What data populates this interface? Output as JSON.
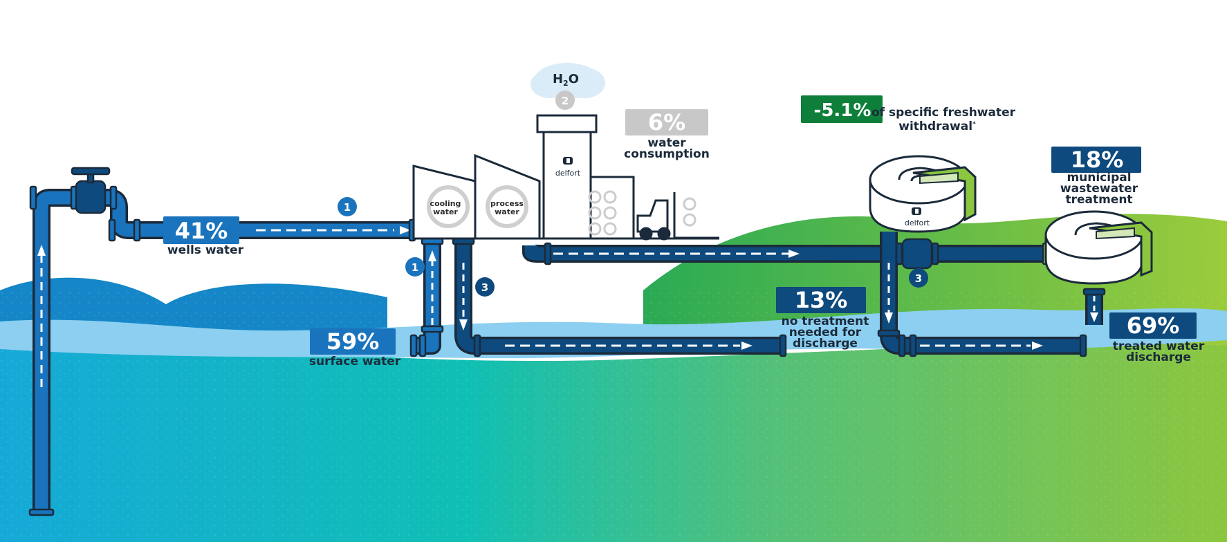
{
  "stats": {
    "wells": {
      "value": "41%",
      "label": "wells water"
    },
    "surface": {
      "value": "59%",
      "label": "surface water"
    },
    "consumption": {
      "value": "6%",
      "label_line1": "water",
      "label_line2": "consumption"
    },
    "freshwater": {
      "value": "-5.1%",
      "label_line1": "of specific freshwater",
      "label_line2": "withdrawal",
      "footnote_mark": "*"
    },
    "municipal": {
      "value": "18%",
      "label_line1": "municipal",
      "label_line2": "wastewater",
      "label_line3": "treatment"
    },
    "no_treatment": {
      "value": "13%",
      "label_line1": "no treatment",
      "label_line2": "needed for",
      "label_line3": "discharge"
    },
    "treated": {
      "value": "69%",
      "label_line1": "treated water",
      "label_line2": "discharge"
    }
  },
  "markers": {
    "well_to_mill": "1",
    "surface_to_mill": "1",
    "evaporation": "2",
    "mill_to_river": "3",
    "plant_to_river": "3"
  },
  "factory": {
    "cooling_line1": "cooling",
    "cooling_line2": "water",
    "process_line1": "process",
    "process_line2": "water",
    "brand": "delfort"
  },
  "treatment_plant": {
    "brand": "delfort"
  },
  "cloud": {
    "h": "H",
    "sub": "2",
    "o": "O"
  },
  "colors": {
    "pipe_light": "#1a74bd",
    "pipe_dark": "#0e4a7e",
    "river": "#8ccff0",
    "green_badge": "#0e7f3a",
    "grey_badge": "#c8c8c8",
    "hill_green": "#8cc63f"
  }
}
